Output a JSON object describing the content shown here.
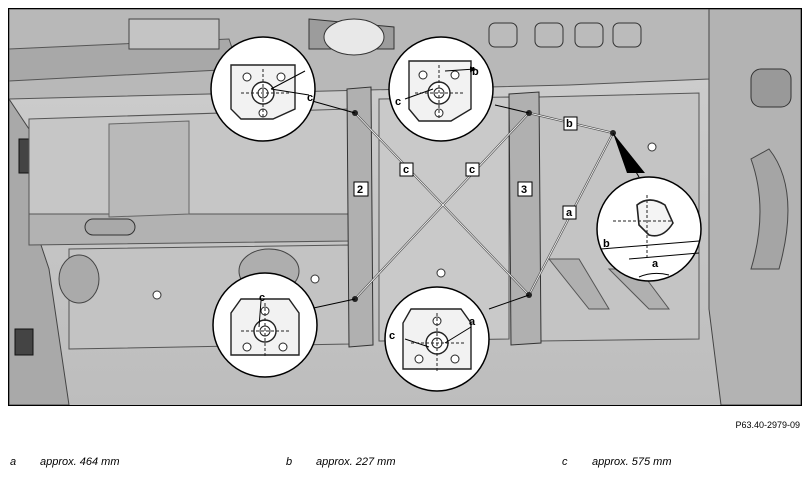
{
  "figure": {
    "labels": {
      "a": "a",
      "b": "b",
      "c": "c",
      "part2": "2",
      "part3": "3"
    }
  },
  "figure_code": "P63.40-2979-09",
  "legend": [
    {
      "key": "a",
      "value": "approx. 464 mm"
    },
    {
      "key": "b",
      "value": "approx. 227 mm"
    },
    {
      "key": "c",
      "value": "approx. 575 mm"
    }
  ]
}
